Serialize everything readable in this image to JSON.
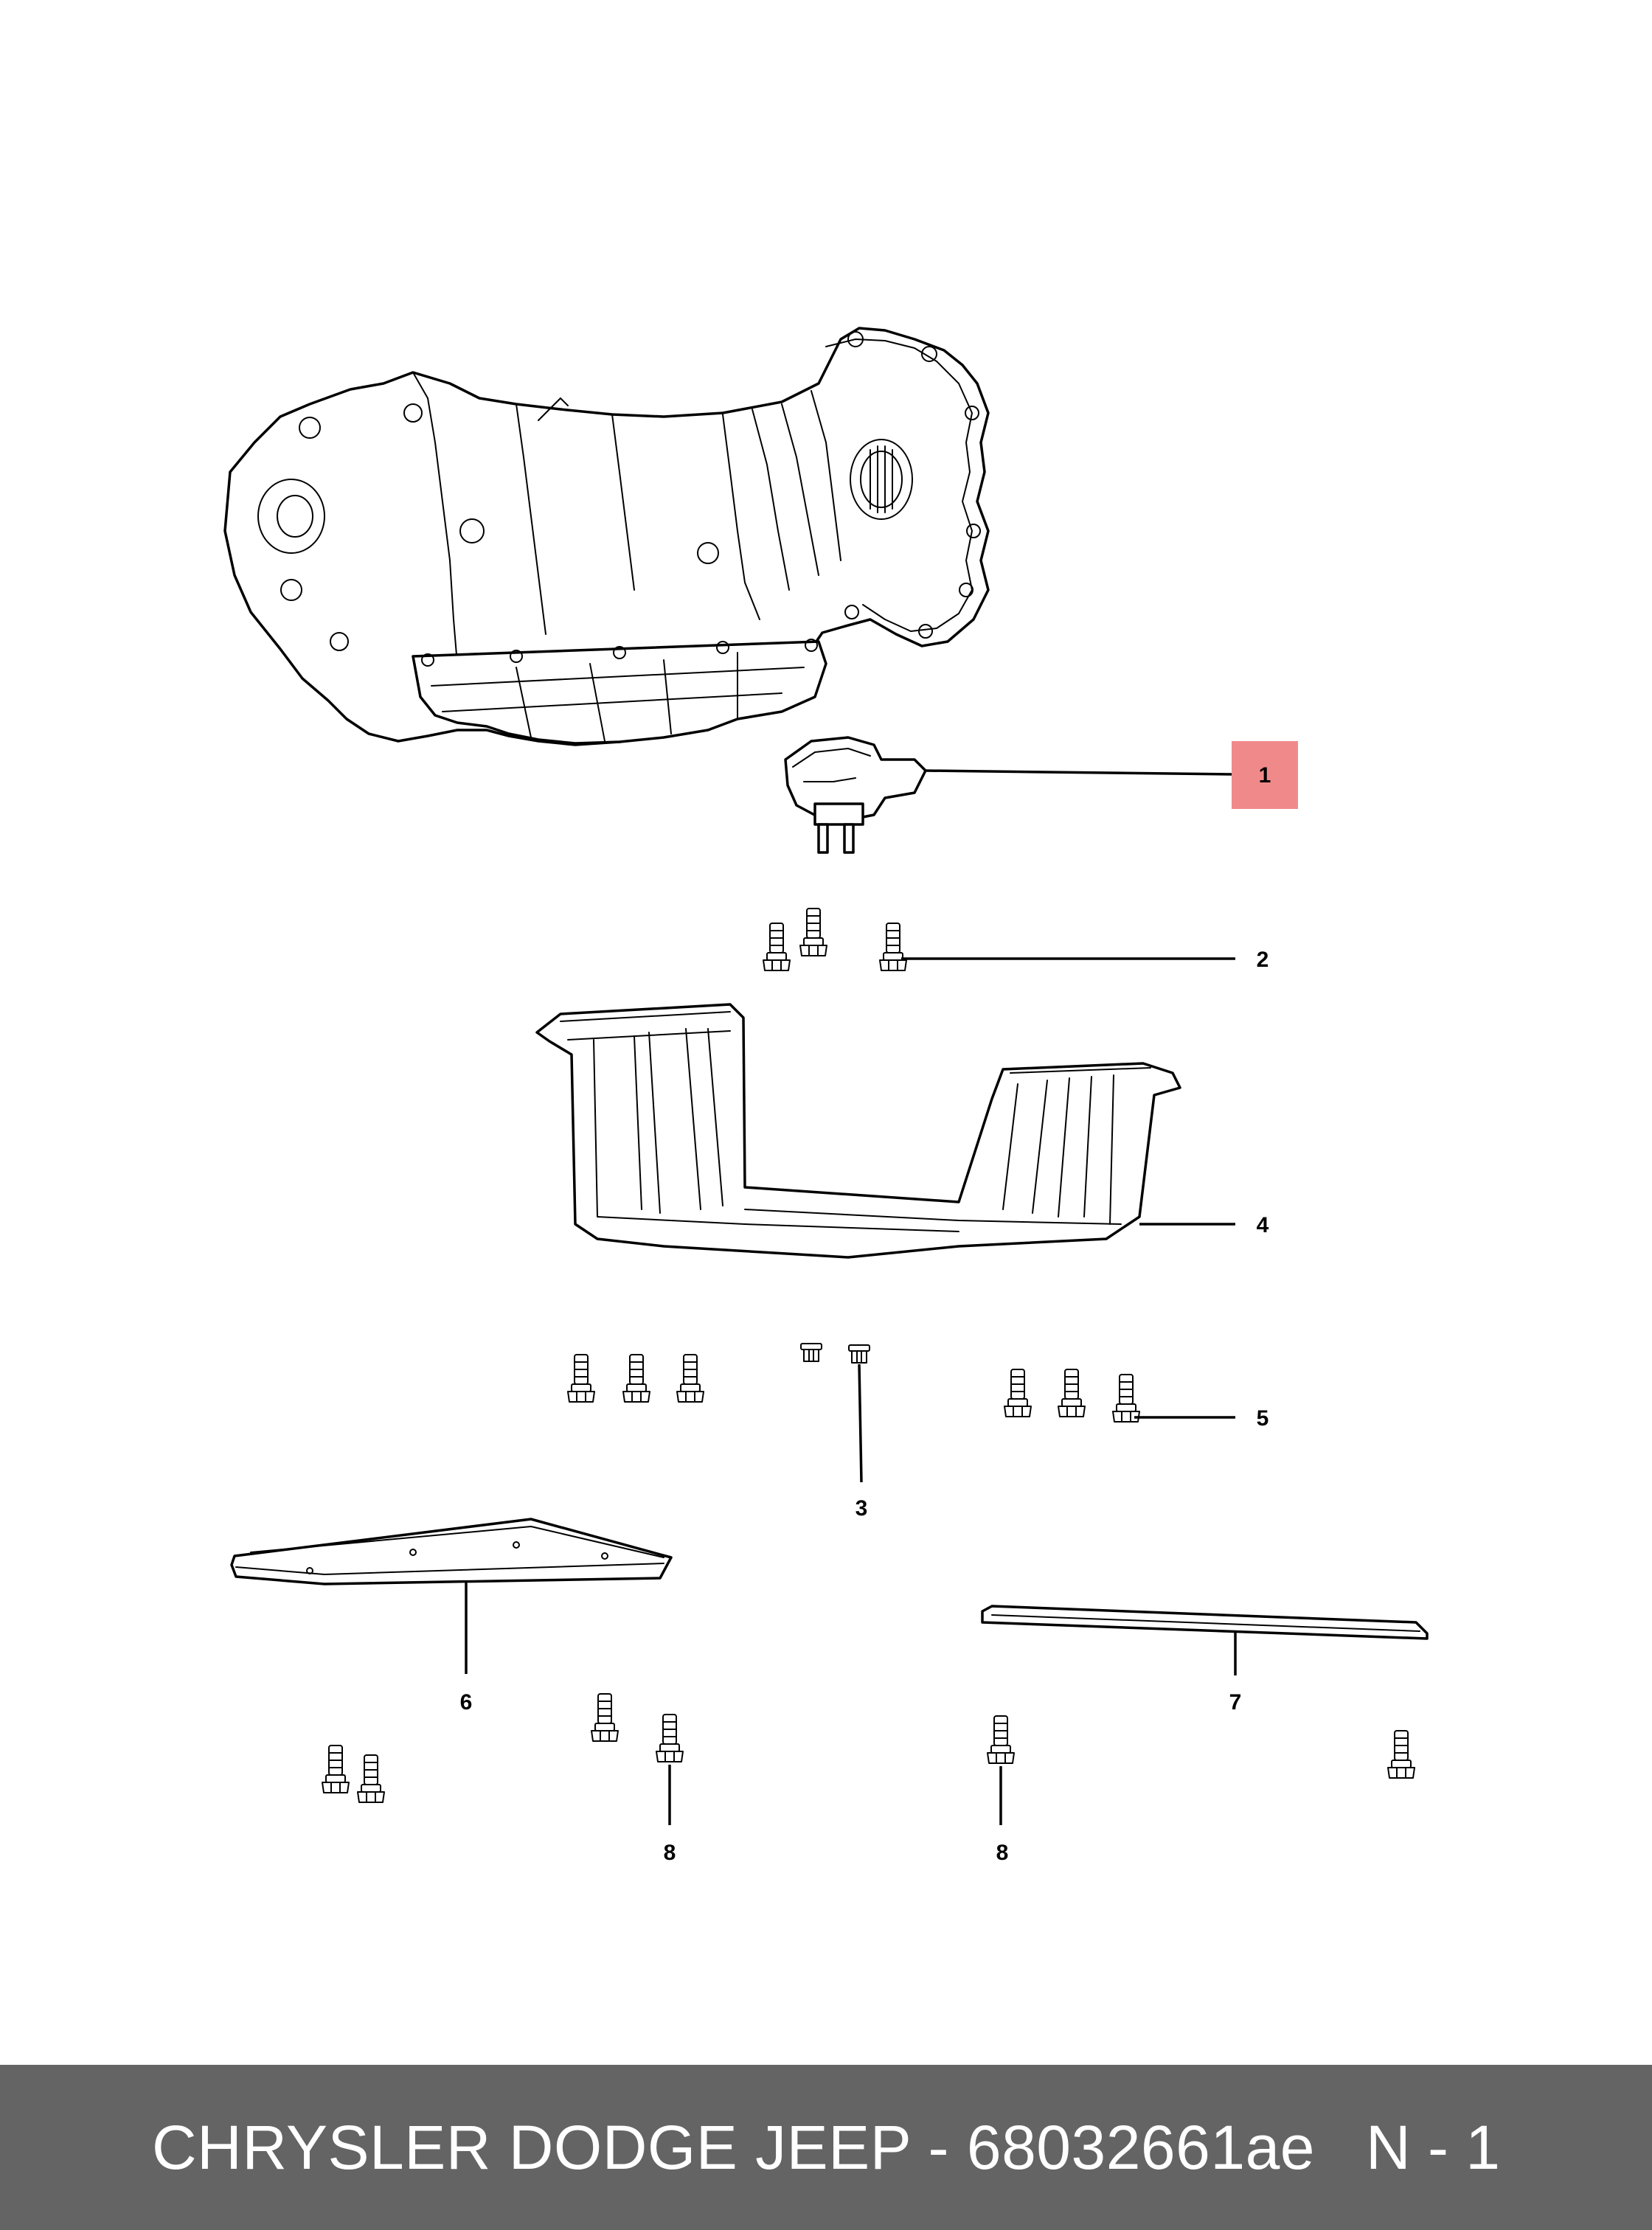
{
  "callouts": [
    {
      "id": "1",
      "label": "1",
      "highlighted": true
    },
    {
      "id": "2",
      "label": "2"
    },
    {
      "id": "3",
      "label": "3"
    },
    {
      "id": "4",
      "label": "4"
    },
    {
      "id": "5",
      "label": "5"
    },
    {
      "id": "6",
      "label": "6"
    },
    {
      "id": "7",
      "label": "7"
    },
    {
      "id": "8a",
      "label": "8"
    },
    {
      "id": "8b",
      "label": "8"
    }
  ],
  "footer": {
    "caption": "CHRYSLER DODGE JEEP - 68032661ae",
    "page": "N - 1"
  },
  "colors": {
    "highlight": "#f08a8a",
    "footer_bg": "#646464",
    "footer_text": "#ffffff",
    "line": "#000000"
  }
}
